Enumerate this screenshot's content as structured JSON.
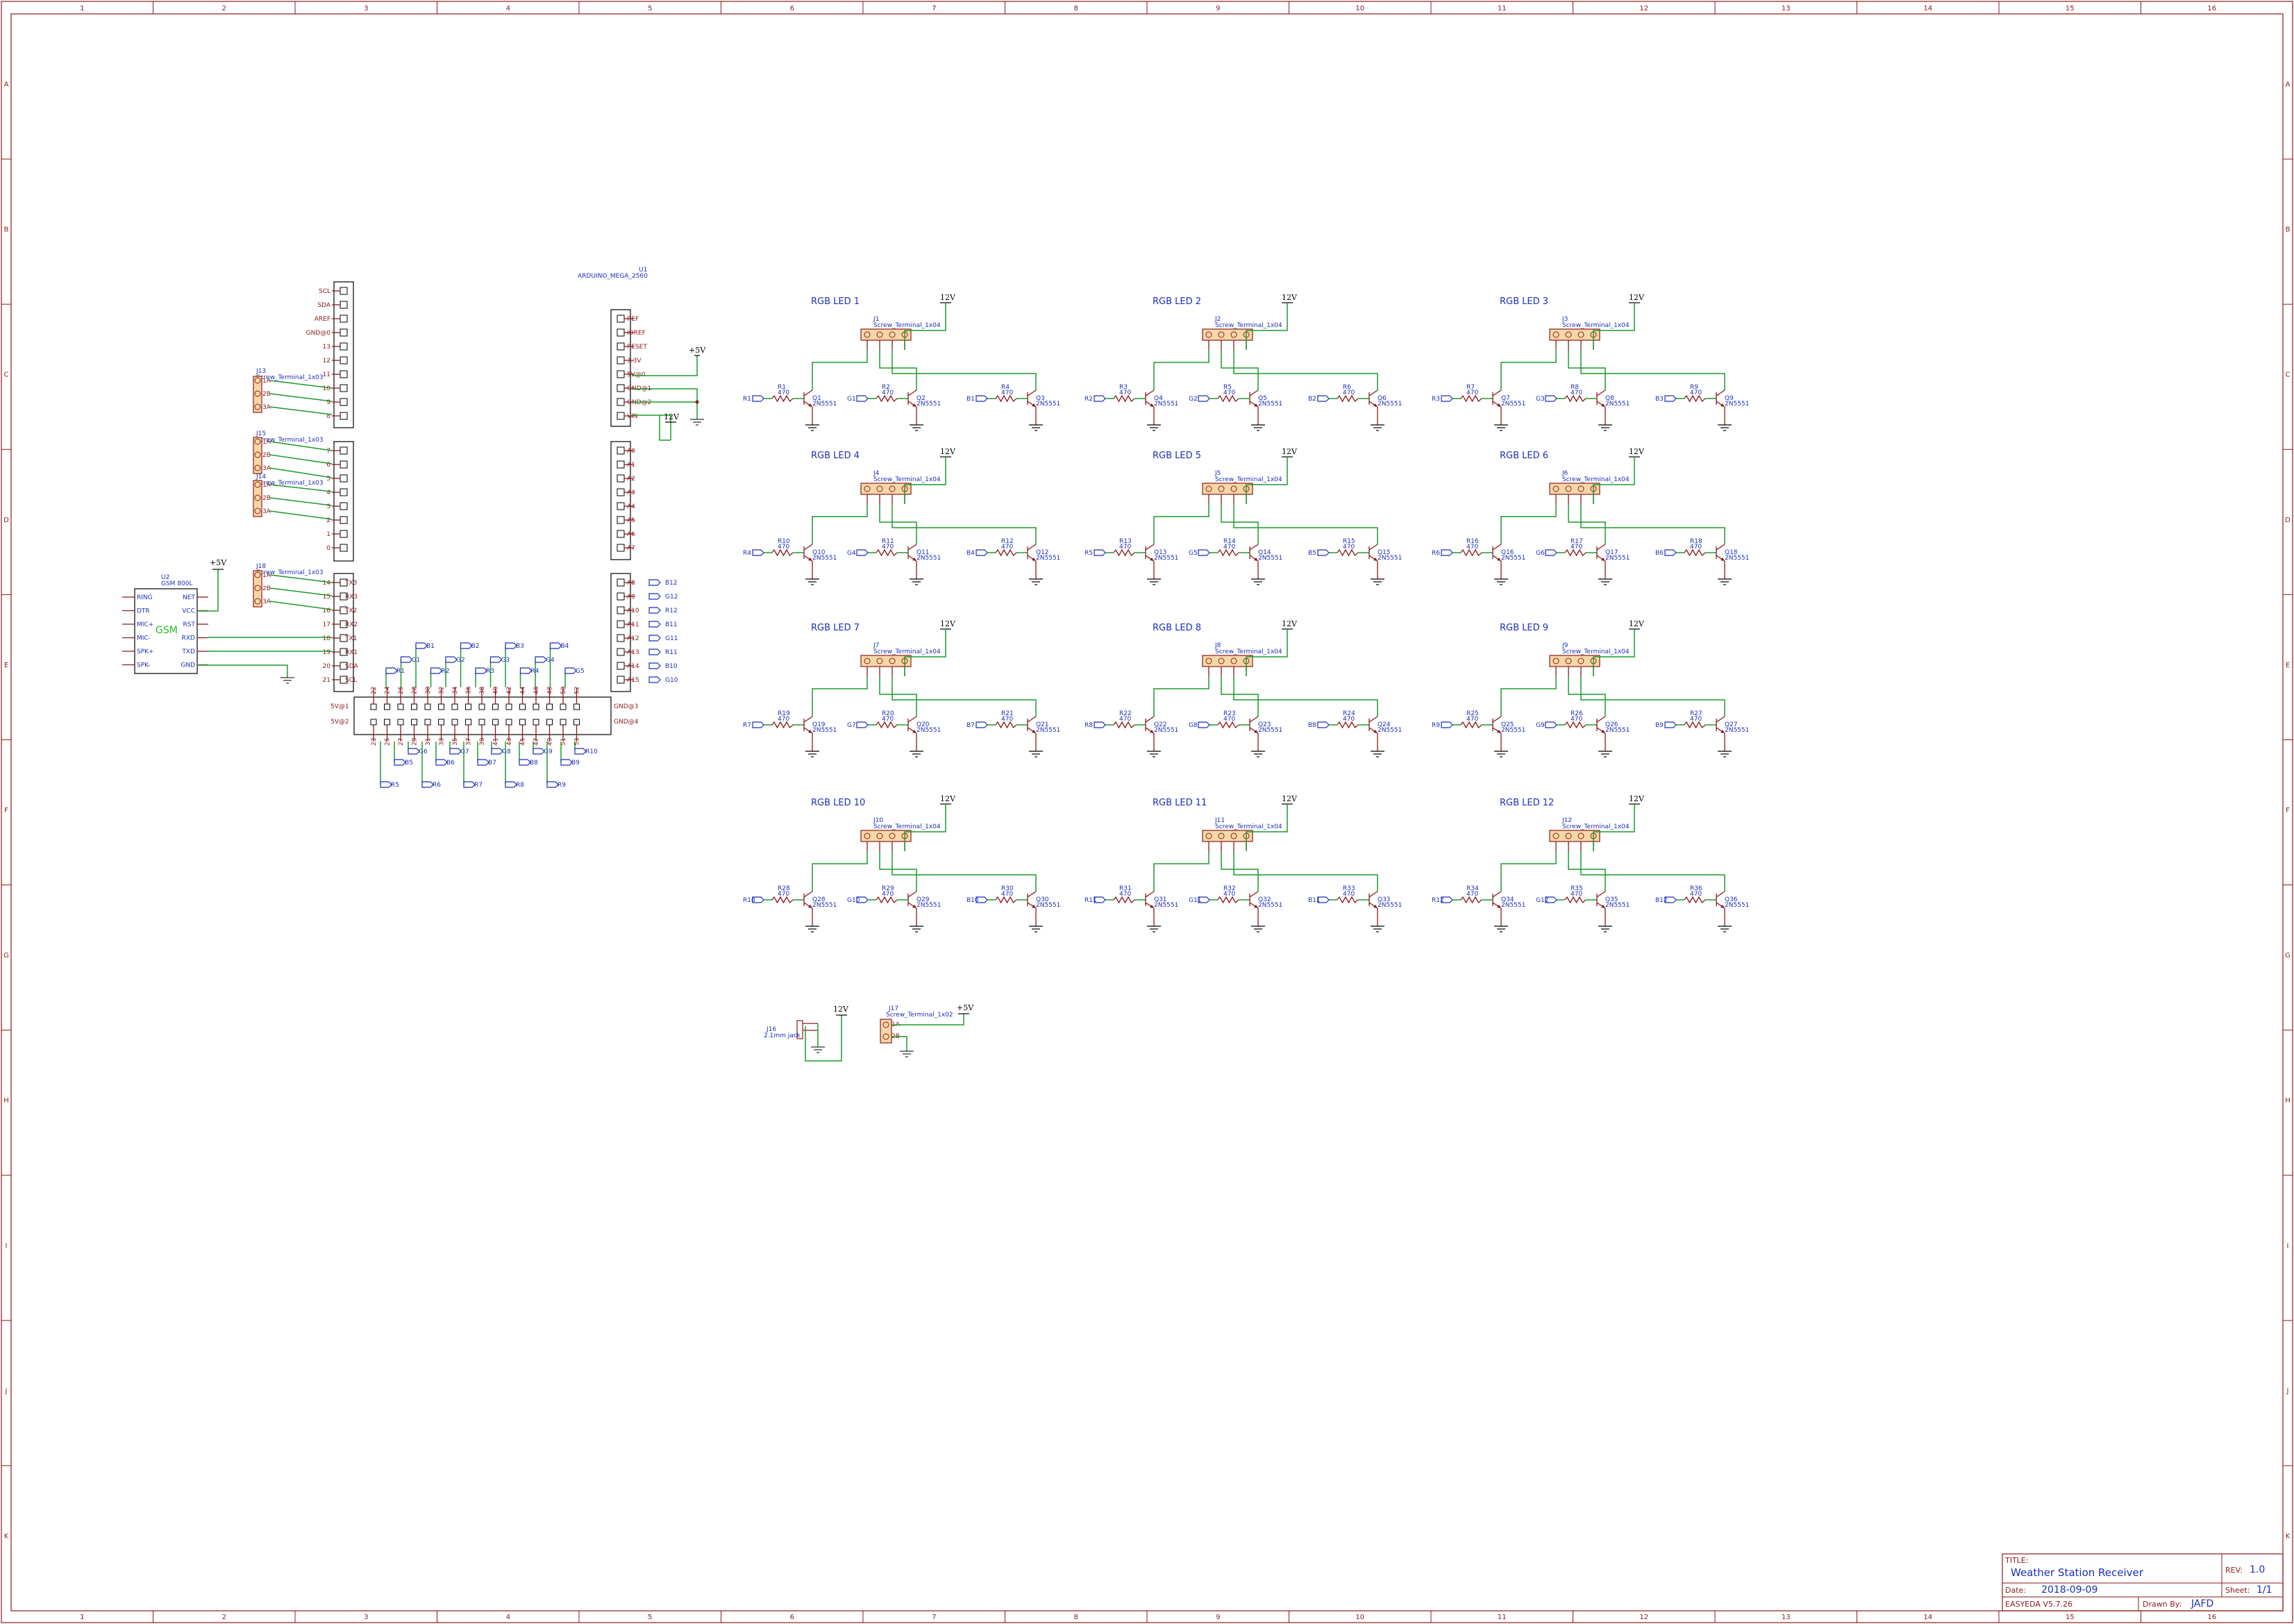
{
  "frame": {
    "columns": [
      "1",
      "2",
      "3",
      "4",
      "5",
      "6",
      "7",
      "8",
      "9",
      "10",
      "11",
      "12",
      "13",
      "14",
      "15",
      "16"
    ],
    "rows": [
      "A",
      "B",
      "C",
      "D",
      "E",
      "F",
      "G",
      "H",
      "I",
      "J",
      "K"
    ]
  },
  "title_block": {
    "title_label": "TITLE:",
    "title": "Weather Station Receiver",
    "rev_label": "REV:",
    "rev": "1.0",
    "date_label": "Date:",
    "date": "2018-09-09",
    "sheet_label": "Sheet:",
    "sheet": "1/1",
    "tool": "EASYEDA V5.7.26",
    "drawn_label": "Drawn By:",
    "drawn_by": "JAFD"
  },
  "arduino": {
    "ref": "U1",
    "name": "ARDUINO_MEGA_2560",
    "left_pins": [
      "SCL",
      "SDA",
      "AREF",
      "GND@0",
      "13",
      "12",
      "11",
      "10",
      "9",
      "8"
    ],
    "left_pins2": [
      "7",
      "6",
      "5",
      "4",
      "3",
      "2",
      "1",
      "0"
    ],
    "left_pins3": [
      "14",
      "15",
      "16",
      "17",
      "18",
      "19",
      "20",
      "21"
    ],
    "left_pins3_names": [
      "TX3",
      "RX3",
      "TX2",
      "RX2",
      "TX1",
      "RX1",
      "SDA",
      "SCL"
    ],
    "right_pins1": [
      "REF",
      "IOREF",
      "RESET",
      "3.3V",
      "5V@0",
      "GND@1",
      "GND@2",
      "VIN"
    ],
    "right_pins2": [
      "A0",
      "A1",
      "A2",
      "A3",
      "A4",
      "A5",
      "A6",
      "A7"
    ],
    "right_pins3": [
      "A8",
      "A9",
      "A10",
      "A11",
      "A12",
      "A13",
      "A14",
      "A15"
    ],
    "right_nets3": [
      "B12",
      "G12",
      "R12",
      "B11",
      "G11",
      "R11",
      "B10",
      "G10"
    ],
    "bottom_power": [
      "5V@1",
      "5V@2",
      "GND@3",
      "GND@4"
    ],
    "header_top_pins": [
      "22",
      "24",
      "26",
      "28",
      "30",
      "32",
      "34",
      "36",
      "38",
      "40",
      "42",
      "44",
      "46",
      "48",
      "50",
      "52"
    ],
    "header_bottom_pins": [
      "23",
      "25",
      "27",
      "29",
      "31",
      "33",
      "35",
      "37",
      "39",
      "41",
      "43",
      "45",
      "47",
      "49",
      "51",
      "53"
    ],
    "header_top_nets": [
      "R1",
      "G1",
      "B1",
      "R2",
      "G2",
      "B2",
      "R3",
      "G3",
      "B3",
      "R4",
      "G4",
      "B4",
      "G5"
    ],
    "header_bottom_nets": [
      "R5",
      "B5",
      "G6",
      "R6",
      "B6",
      "G7",
      "R7",
      "B7",
      "G8",
      "R8",
      "B8",
      "G9",
      "R9",
      "B9",
      "R10"
    ]
  },
  "gsm": {
    "ref": "U2",
    "name": "GSM 800L",
    "center_label": "GSM",
    "left_pins": [
      "RING",
      "DTR",
      "MIC+",
      "MIC-",
      "SPK+",
      "SPK-"
    ],
    "right_pins": [
      "NET",
      "VCC",
      "RST",
      "RXD",
      "TXD",
      "GND"
    ]
  },
  "terminals_small": [
    {
      "ref": "J13",
      "name": "Screw_Terminal_1x03",
      "pins": [
        "1A",
        "2B",
        "3A"
      ]
    },
    {
      "ref": "J15",
      "name": "Screw_Terminal_1x03",
      "pins": [
        "1A",
        "2B",
        "3A"
      ]
    },
    {
      "ref": "J14",
      "name": "Screw_Terminal_1x03",
      "pins": [
        "1A",
        "2B",
        "3A"
      ]
    },
    {
      "ref": "J18",
      "name": "Screw_Terminal_1x03",
      "pins": [
        "1A",
        "2B",
        "3A"
      ]
    }
  ],
  "power": {
    "v12": "12V",
    "v5": "+5V"
  },
  "rgb_blocks": [
    {
      "title": "RGB LED 1",
      "j": "J1",
      "jname": "Screw_Terminal_1x04",
      "nets": [
        "R1",
        "G1",
        "B1"
      ],
      "r": [
        "R1",
        "R2",
        "R4"
      ],
      "rv": "470",
      "q": [
        "Q1",
        "Q2",
        "Q3"
      ],
      "qt": "2N5551"
    },
    {
      "title": "RGB LED 2",
      "j": "J2",
      "jname": "Screw_Terminal_1x04",
      "nets": [
        "R2",
        "G2",
        "B2"
      ],
      "r": [
        "R3",
        "R5",
        "R6"
      ],
      "rv": "470",
      "q": [
        "Q4",
        "Q5",
        "Q6"
      ],
      "qt": "2N5551"
    },
    {
      "title": "RGB LED 3",
      "j": "J3",
      "jname": "Screw_Terminal_1x04",
      "nets": [
        "R3",
        "G3",
        "B3"
      ],
      "r": [
        "R7",
        "R8",
        "R9"
      ],
      "rv": "470",
      "q": [
        "Q7",
        "Q8",
        "Q9"
      ],
      "qt": "2N5551"
    },
    {
      "title": "RGB LED 4",
      "j": "J4",
      "jname": "Screw_Terminal_1x04",
      "nets": [
        "R4",
        "G4",
        "B4"
      ],
      "r": [
        "R10",
        "R11",
        "R12"
      ],
      "rv": "470",
      "q": [
        "Q10",
        "Q11",
        "Q12"
      ],
      "qt": "2N5551"
    },
    {
      "title": "RGB LED 5",
      "j": "J5",
      "jname": "Screw_Terminal_1x04",
      "nets": [
        "R5",
        "G5",
        "B5"
      ],
      "r": [
        "R13",
        "R14",
        "R15"
      ],
      "rv": "470",
      "q": [
        "Q13",
        "Q14",
        "Q15"
      ],
      "qt": "2N5551"
    },
    {
      "title": "RGB LED 6",
      "j": "J6",
      "jname": "Screw_Terminal_1x04",
      "nets": [
        "R6",
        "G6",
        "B6"
      ],
      "r": [
        "R16",
        "R17",
        "R18"
      ],
      "rv": "470",
      "q": [
        "Q16",
        "Q17",
        "Q18"
      ],
      "qt": "2N5551"
    },
    {
      "title": "RGB LED 7",
      "j": "J7",
      "jname": "Screw_Terminal_1x04",
      "nets": [
        "R7",
        "G7",
        "B7"
      ],
      "r": [
        "R19",
        "R20",
        "R21"
      ],
      "rv": "470",
      "q": [
        "Q19",
        "Q20",
        "Q21"
      ],
      "qt": "2N5551"
    },
    {
      "title": "RGB LED 8",
      "j": "J8",
      "jname": "Screw_Terminal_1x04",
      "nets": [
        "R8",
        "G8",
        "B8"
      ],
      "r": [
        "R22",
        "R23",
        "R24"
      ],
      "rv": "470",
      "q": [
        "Q22",
        "Q23",
        "Q24"
      ],
      "qt": "2N5551"
    },
    {
      "title": "RGB LED 9",
      "j": "J9",
      "jname": "Screw_Terminal_1x04",
      "nets": [
        "R9",
        "G9",
        "B9"
      ],
      "r": [
        "R25",
        "R26",
        "R27"
      ],
      "rv": "470",
      "q": [
        "Q25",
        "Q26",
        "Q27"
      ],
      "qt": "2N5551"
    },
    {
      "title": "RGB LED 10",
      "j": "J10",
      "jname": "Screw_Terminal_1x04",
      "nets": [
        "R10",
        "G10",
        "B10"
      ],
      "r": [
        "R28",
        "R29",
        "R30"
      ],
      "rv": "470",
      "q": [
        "Q28",
        "Q29",
        "Q30"
      ],
      "qt": "2N5551"
    },
    {
      "title": "RGB LED 11",
      "j": "J11",
      "jname": "Screw_Terminal_1x04",
      "nets": [
        "R11",
        "G11",
        "B11"
      ],
      "r": [
        "R31",
        "R32",
        "R33"
      ],
      "rv": "470",
      "q": [
        "Q31",
        "Q32",
        "Q33"
      ],
      "qt": "2N5551"
    },
    {
      "title": "RGB LED 12",
      "j": "J12",
      "jname": "Screw_Terminal_1x04",
      "nets": [
        "R12",
        "G12",
        "B12"
      ],
      "r": [
        "R34",
        "R35",
        "R36"
      ],
      "rv": "470",
      "q": [
        "Q34",
        "Q35",
        "Q36"
      ],
      "qt": "2N5551"
    }
  ],
  "jack": {
    "ref": "J16",
    "name": "2.1mm jack"
  },
  "j17": {
    "ref": "J17",
    "name": "Screw_Terminal_1x02",
    "pins": [
      "1A",
      "2B"
    ]
  }
}
